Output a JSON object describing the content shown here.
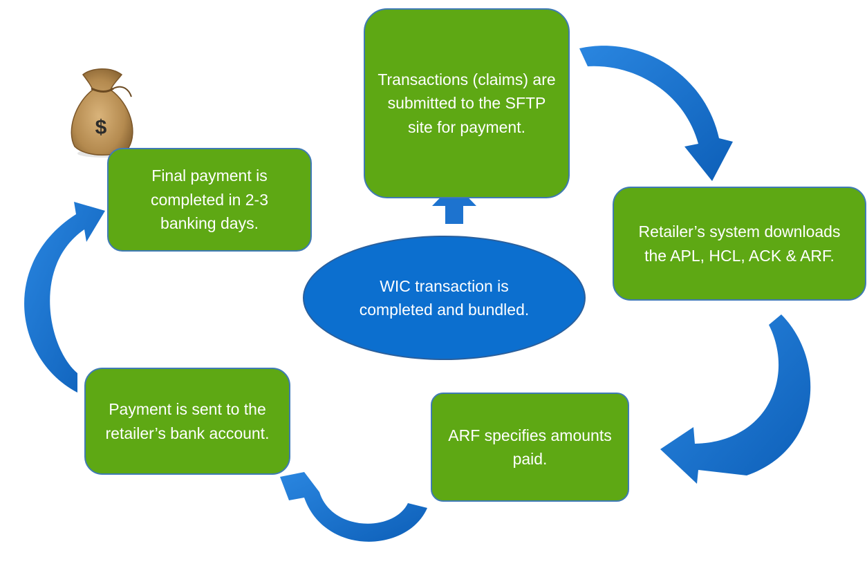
{
  "diagram": {
    "steps": {
      "transactions": "Transactions (claims) are submitted to the SFTP site for payment.",
      "retailer": "Retailer’s system downloads the APL, HCL, ACK & ARF.",
      "arf": "ARF specifies amounts paid.",
      "payment_sent": "Payment is sent to the retailer’s bank account.",
      "final_payment": "Final payment is completed in 2-3 banking days."
    },
    "center": "WIC transaction is completed and bundled.",
    "money_bag_symbol": "$",
    "colors": {
      "step_fill": "#5ea814",
      "step_border": "#3f7ab5",
      "center_fill": "#0c6fcf",
      "arrow": "#1d73cf",
      "text": "#ffffff"
    },
    "icons": [
      "money-bag-icon",
      "up-arrow-icon",
      "curved-arrow-icon"
    ]
  }
}
